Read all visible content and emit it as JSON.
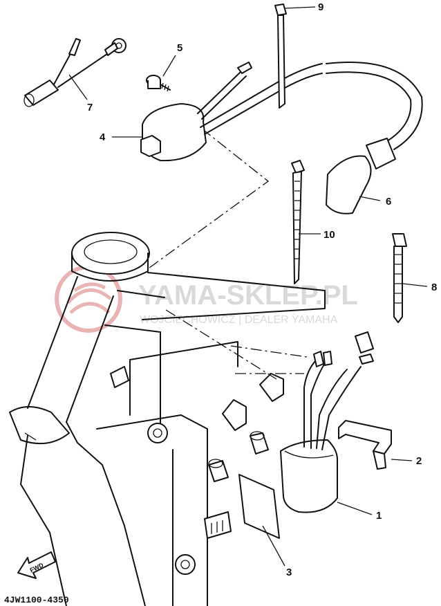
{
  "callouts": {
    "c1": "1",
    "c2": "2",
    "c3": "3",
    "c4": "4",
    "c5": "5",
    "c6": "6",
    "c7": "7",
    "c8": "8",
    "c9": "9",
    "c10": "10"
  },
  "footer": {
    "drawing_code": "4JW1100-4350",
    "fwd_label": "FWD"
  },
  "watermark": {
    "brand": "YAMA-SKLEP.PL",
    "tagline": "WOJCIECHOWICZ | DEALER YAMAHA"
  },
  "colors": {
    "line": "#111111",
    "watermark_red": "#e8b4b4",
    "watermark_grey": "#d9d9d9"
  }
}
